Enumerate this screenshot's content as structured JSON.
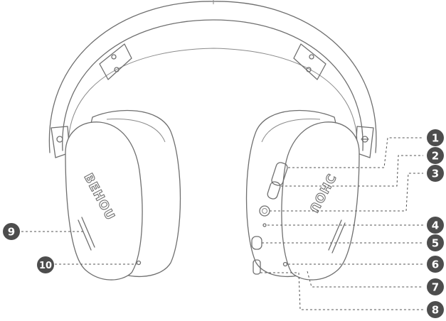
{
  "diagram": {
    "brand_left": "BEHOU",
    "brand_right": "ƆHOU"
  },
  "callouts": [
    {
      "label": "1"
    },
    {
      "label": "2"
    },
    {
      "label": "3"
    },
    {
      "label": "4"
    },
    {
      "label": "5"
    },
    {
      "label": "6"
    },
    {
      "label": "7"
    },
    {
      "label": "8"
    },
    {
      "label": "9"
    },
    {
      "label": "10"
    }
  ],
  "colors": {
    "line": "#6f6f6f",
    "callout": "#4d4d4d",
    "background": "#ffffff"
  }
}
